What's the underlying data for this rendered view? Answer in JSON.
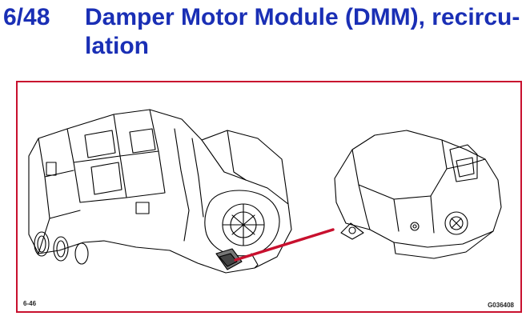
{
  "header": {
    "section_number": "6/48",
    "title": "Damper Motor Module (DMM), recircu-lation",
    "title_color": "#1a2fb5"
  },
  "figure": {
    "frame_color": "#c8102e",
    "pointer_color": "#c8102e",
    "page_ref": "6-46",
    "image_code": "G036408"
  }
}
